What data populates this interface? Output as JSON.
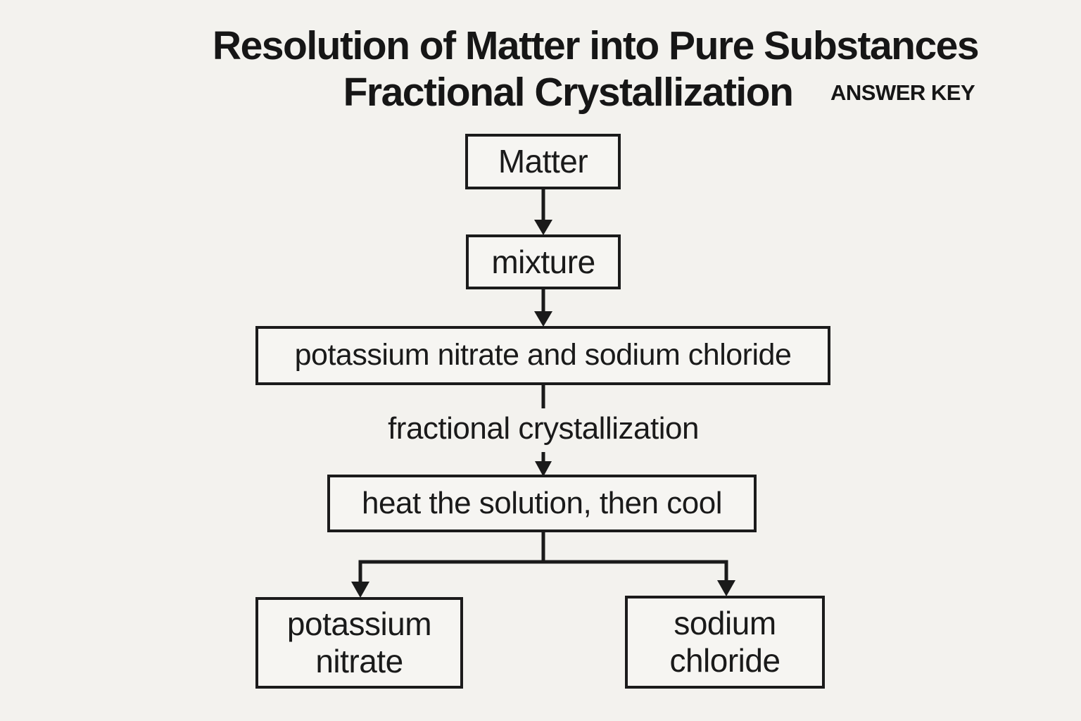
{
  "title": {
    "line1": "Resolution of Matter into Pure Substances",
    "line2": "Fractional Crystallization",
    "badge": "ANSWER KEY"
  },
  "colors": {
    "background": "#f3f2ee",
    "box_fill": "#f6f5f2",
    "ink": "#1a1a1a"
  },
  "flowchart": {
    "nodes": [
      {
        "id": "matter",
        "label": "Matter",
        "type": "box"
      },
      {
        "id": "mixture",
        "label": "mixture",
        "type": "box"
      },
      {
        "id": "mixture-components",
        "label": "potassium nitrate and sodium chloride",
        "type": "box"
      },
      {
        "id": "process",
        "label": "fractional crystallization",
        "type": "text-label"
      },
      {
        "id": "step",
        "label": "heat the solution, then cool",
        "type": "box"
      },
      {
        "id": "product-left",
        "label": "potassium nitrate",
        "type": "box"
      },
      {
        "id": "product-right",
        "label": "sodium chloride",
        "type": "box"
      }
    ],
    "edges": [
      "Matter -> mixture",
      "mixture -> potassium nitrate and sodium chloride",
      "potassium nitrate and sodium chloride -> fractional crystallization -> heat the solution, then cool",
      "heat the solution, then cool -> potassium nitrate",
      "heat the solution, then cool -> sodium chloride"
    ]
  }
}
